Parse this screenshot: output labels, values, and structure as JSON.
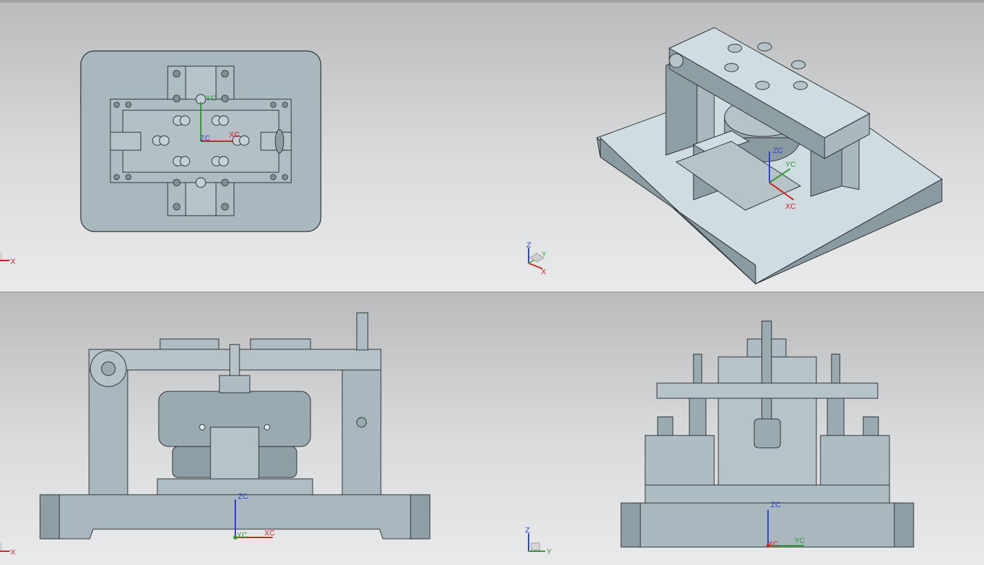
{
  "views": {
    "top": {
      "wcs": {
        "xc": "XC",
        "yc": "YC",
        "zc": "ZC"
      },
      "triad": {
        "x": "X"
      }
    },
    "iso": {
      "wcs": {
        "xc": "XC",
        "yc": "YC",
        "zc": "ZC"
      },
      "triad": {
        "x": "X",
        "y": "Y",
        "z": "Z"
      }
    },
    "front": {
      "wcs": {
        "xc": "XC",
        "yc": "YC",
        "zc": "ZC"
      },
      "triad": {
        "x": "X"
      }
    },
    "right": {
      "wcs": {
        "xc": "XC",
        "yc": "YC",
        "zc": "ZC"
      },
      "triad": {
        "y": "Y",
        "z": "Z"
      }
    }
  },
  "colors": {
    "part_fill": "#a9b8bf",
    "part_light": "#cfdde3",
    "part_dark": "#7f8f96",
    "edge": "#2b2f31",
    "axis_x": "#d62020",
    "axis_y": "#2f9a2f",
    "axis_z": "#2a3fd6"
  }
}
